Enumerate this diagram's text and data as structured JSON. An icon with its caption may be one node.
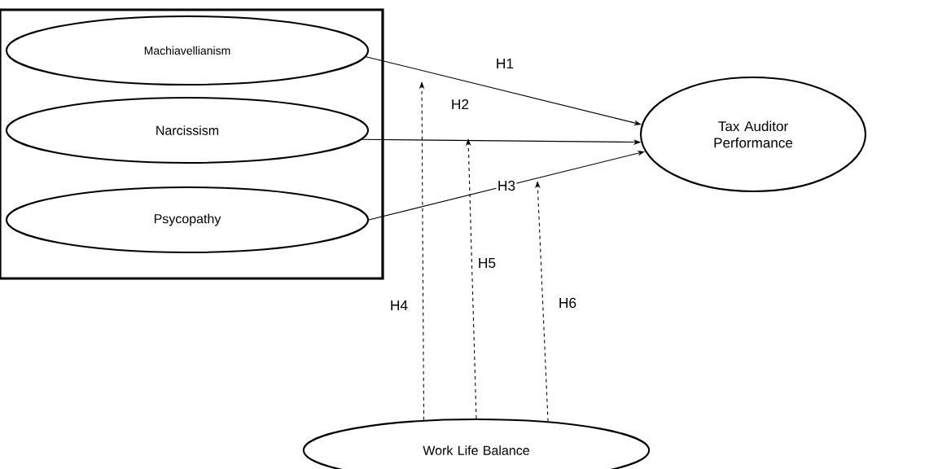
{
  "diagram": {
    "nodes": [
      {
        "text": [],
        "shape": "box"
      },
      {
        "text": [
          "Machiavellianism"
        ],
        "in": 0
      },
      {
        "text": [
          "Narcissism"
        ],
        "in": 0
      },
      {
        "text": [
          "Psycopathy"
        ],
        "in": 0
      },
      {
        "text": [
          "Tax Auditor Performance"
        ]
      },
      {
        "text": [
          "Work Life Balance"
        ]
      }
    ],
    "edges": [
      {
        "from": 1,
        "to": 4,
        "arrow": "to",
        "label": "H1"
      },
      {
        "from": 2,
        "to": 4,
        "arrow": "to",
        "label": "H2"
      },
      {
        "from": 3,
        "to": 4,
        "arrow": "to",
        "label": "H3"
      },
      {
        "from": 5,
        "to": null,
        "arrow": "to",
        "label": "H4",
        "style": "dashed"
      },
      {
        "from": 5,
        "to": null,
        "arrow": "to",
        "label": "H5",
        "style": "dashed"
      },
      {
        "from": 5,
        "to": null,
        "arrow": "to",
        "label": "H6",
        "style": "dashed"
      }
    ]
  }
}
